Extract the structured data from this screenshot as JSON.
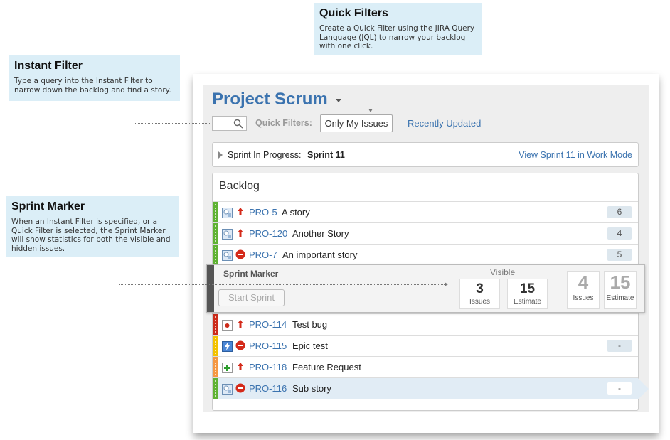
{
  "callouts": {
    "quick_filters": {
      "title": "Quick Filters",
      "body": "Create a Quick Filter using the JIRA Query Language (JQL) to narrow your backlog with one click."
    },
    "instant_filter": {
      "title": "Instant Filter",
      "body": "Type a query into the Instant Filter to narrow down the backlog and find a story."
    },
    "sprint_marker": {
      "title": "Sprint Marker",
      "body": "When an Instant Filter is specified, or a Quick Filter is selected, the Sprint Marker will show statistics for both the visible and hidden issues."
    }
  },
  "project": {
    "title": "Project Scrum"
  },
  "toolbar": {
    "search_placeholder": "",
    "quick_filters_label": "Quick Filters:",
    "filters": [
      "Only My Issues",
      "Recently Updated"
    ]
  },
  "sprint_in_progress": {
    "label": "Sprint In Progress:",
    "name": "Sprint 11",
    "link": "View Sprint 11 in Work Mode"
  },
  "backlog": {
    "title": "Backlog",
    "issues_top": [
      {
        "key": "PRO-5",
        "summary": "A story",
        "estimate": "6",
        "type": "story-icon",
        "priority": "major-priority-icon",
        "color": "#5fb233"
      },
      {
        "key": "PRO-120",
        "summary": "Another Story",
        "estimate": "4",
        "type": "story-icon",
        "priority": "major-priority-icon",
        "color": "#5fb233"
      },
      {
        "key": "PRO-7",
        "summary": "An important story",
        "estimate": "5",
        "type": "story-icon",
        "priority": "blocker-priority-icon",
        "color": "#5fb233"
      }
    ],
    "issues_bottom": [
      {
        "key": "PRO-114",
        "summary": "Test bug",
        "estimate": "",
        "type": "bug-icon",
        "priority": "major-priority-icon",
        "color": "#cc2b1a"
      },
      {
        "key": "PRO-115",
        "summary": "Epic test",
        "estimate": "-",
        "type": "epic-icon",
        "priority": "blocker-priority-icon",
        "color": "#f3c200"
      },
      {
        "key": "PRO-118",
        "summary": "Feature Request",
        "estimate": "",
        "type": "feature-icon",
        "priority": "major-priority-icon",
        "color": "#f59842"
      },
      {
        "key": "PRO-116",
        "summary": "Sub story",
        "estimate": "-",
        "type": "story-icon",
        "priority": "blocker-priority-icon",
        "color": "#5fb233"
      }
    ]
  },
  "sprint_marker": {
    "title": "Sprint Marker",
    "start_button": "Start Sprint",
    "visible_label": "Visible",
    "visible_issues": "3",
    "visible_estimate": "15",
    "total_issues": "4",
    "total_estimate": "15",
    "issues_label": "Issues",
    "estimate_label": "Estimate"
  },
  "colors": {
    "accent": "#3b73af",
    "callout_bg": "#dbeef7",
    "selected_row": "#e1ecf5"
  }
}
